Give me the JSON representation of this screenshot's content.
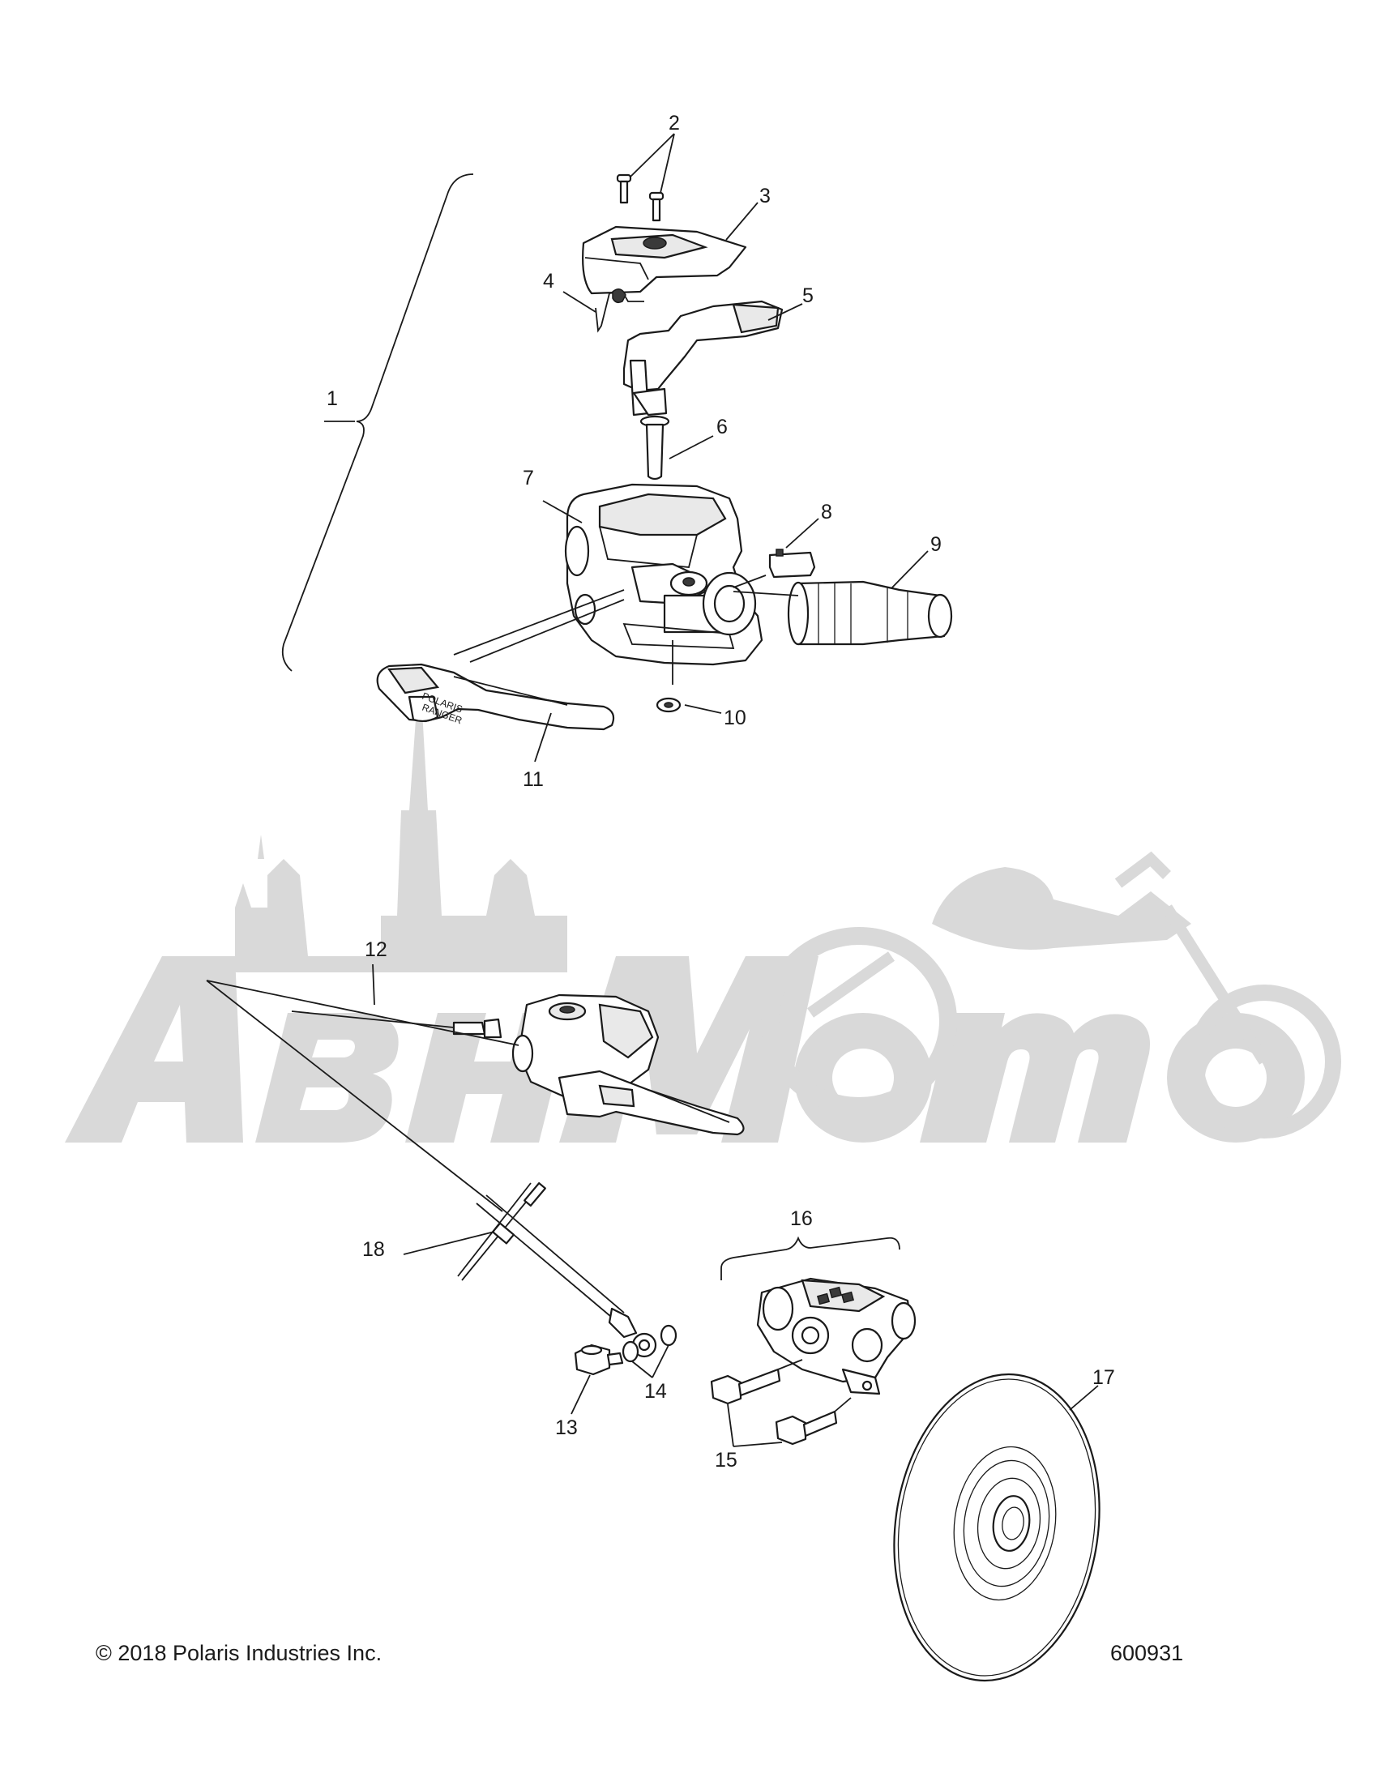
{
  "diagram": {
    "part_numbers": {
      "p1": "1",
      "p2": "2",
      "p3": "3",
      "p4": "4",
      "p5": "5",
      "p6": "6",
      "p7": "7",
      "p8": "8",
      "p9": "9",
      "p10": "10",
      "p11": "11",
      "p12": "12",
      "p13": "13",
      "p14": "14",
      "p15": "15",
      "p16": "16",
      "p17": "17",
      "p18": "18"
    },
    "lever_imprint": {
      "line1": "POLARIS",
      "line2": "RANGER"
    },
    "watermark": "АвтоМото"
  },
  "footer": {
    "copyright": "© 2018 Polaris Industries Inc.",
    "figure_id": "600931"
  },
  "colors": {
    "ink": "#1a1a1a",
    "watermark": "#d9d9d9",
    "background": "#ffffff"
  }
}
